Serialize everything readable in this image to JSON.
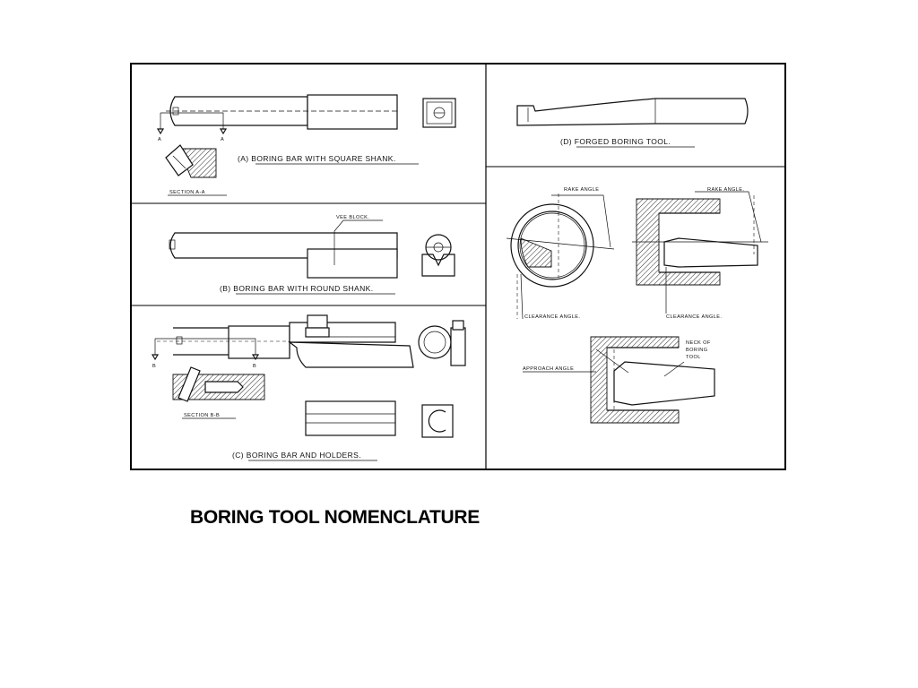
{
  "slide": {
    "title": "BORING TOOL NOMENCLATURE"
  },
  "figure": {
    "panel_a": {
      "caption": "(A)  BORING  BAR  WITH  SQUARE  SHANK.",
      "section_label": "SECTION  A-A",
      "marker_left": "A",
      "marker_right": "A"
    },
    "panel_b": {
      "caption": "(B)  BORING  BAR  WITH  ROUND  SHANK.",
      "vee_block_label": "VEE BLOCK."
    },
    "panel_c": {
      "caption": "(C)  BORING  BAR  AND  HOLDERS.",
      "section_label": "SECTION  B-B",
      "marker_left": "B",
      "marker_right": "B"
    },
    "panel_d": {
      "caption": "(D)  FORGED  BORING  TOOL."
    },
    "panel_e": {
      "rake_angle_1": "RAKE ANGLE",
      "rake_angle_2": "RAKE ANGLE.",
      "clearance_angle_1": "CLEARANCE ANGLE.",
      "clearance_angle_2": "CLEARANCE ANGLE.",
      "approach_angle": "APPROACH ANGLE",
      "neck_line_1": "NECK OF",
      "neck_line_2": "BORING",
      "neck_line_3": "TOOL"
    }
  }
}
